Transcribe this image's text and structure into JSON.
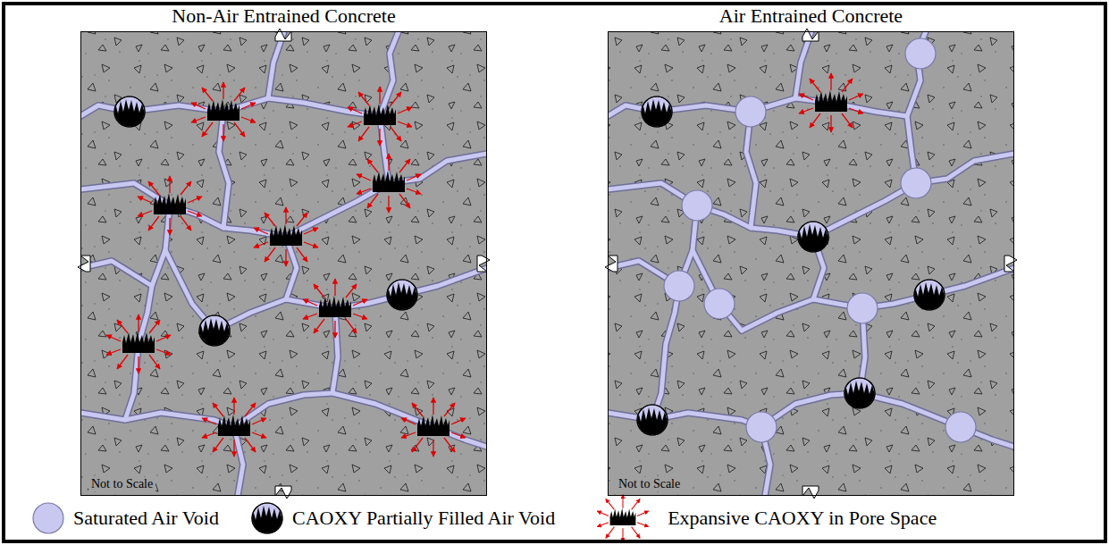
{
  "diagram": {
    "nodes": [
      {
        "text": [
          "Non-Air Entrained Concrete",
          "Not to Scale"
        ]
      },
      {
        "text": [
          "Air Entrained Concrete",
          "Not to Scale"
        ]
      }
    ],
    "legend": [
      {
        "text": "Saturated Air Void",
        "color": "#c8c8f0"
      },
      {
        "text": "CAOXY Partially Filled Air Void"
      },
      {
        "text": "Expansive CAOXY in Pore Space"
      }
    ]
  }
}
